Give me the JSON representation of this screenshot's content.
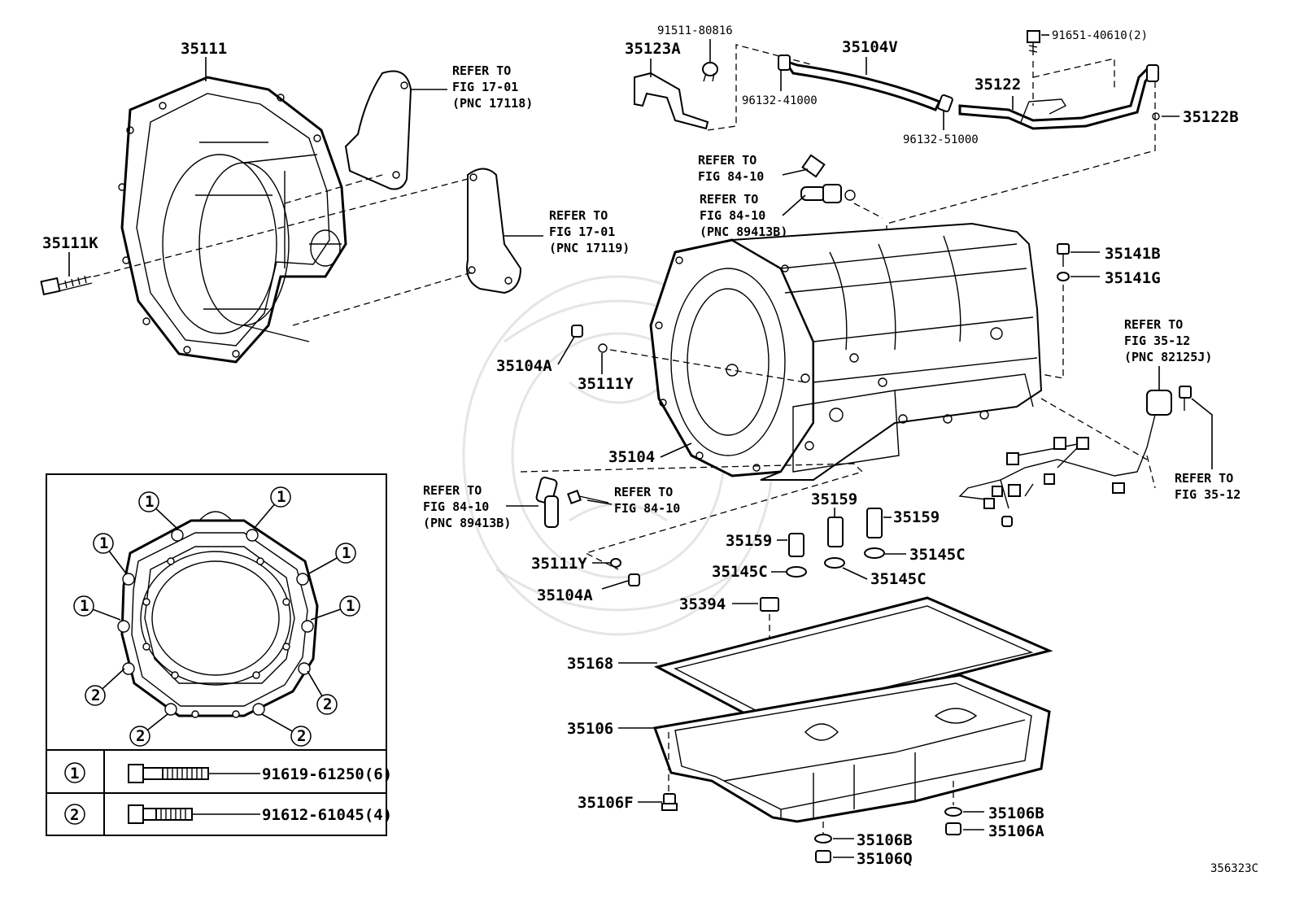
{
  "diagram_code": "356323C",
  "labels": {
    "p35111": "35111",
    "p35111k": "35111K",
    "p35123a": "35123A",
    "p91511": "91511-80816",
    "p35104v": "35104V",
    "p91651": "91651-40610(2)",
    "p96132_41": "96132-41000",
    "p35122": "35122",
    "p96132_51": "96132-51000",
    "p35122b": "35122B",
    "p35141b": "35141B",
    "p35141g": "35141G",
    "p35104a_1": "35104A",
    "p35111y_1": "35111Y",
    "p35104": "35104",
    "p35159_1": "35159",
    "p35159_2": "35159",
    "p35159_3": "35159",
    "p35145c_1": "35145C",
    "p35145c_2": "35145C",
    "p35145c_3": "35145C",
    "p35111y_2": "35111Y",
    "p35104a_2": "35104A",
    "p35394": "35394",
    "p35168": "35168",
    "p35106": "35106",
    "p35106f": "35106F",
    "p35106b_1": "35106B",
    "p35106b_2": "35106B",
    "p35106a": "35106A",
    "p35106q": "35106Q"
  },
  "refers": {
    "r1": [
      "REFER TO",
      "FIG 17-01",
      "(PNC 17118)"
    ],
    "r2": [
      "REFER TO",
      "FIG 17-01",
      "(PNC 17119)"
    ],
    "r3": [
      "REFER TO",
      "FIG 84-10"
    ],
    "r4": [
      "REFER TO",
      "FIG 84-10",
      "(PNC 89413B)"
    ],
    "r5": [
      "REFER TO",
      "FIG 35-12",
      "(PNC 82125J)"
    ],
    "r6": [
      "REFER TO",
      "FIG 35-12"
    ],
    "r7": [
      "REFER TO",
      "FIG 84-10",
      "(PNC 89413B)"
    ],
    "r8": [
      "REFER TO",
      "FIG 84-10"
    ]
  },
  "inset": {
    "markers": [
      "1",
      "2"
    ],
    "bolt_table": [
      {
        "marker": "1",
        "part": "91619-61250(6)"
      },
      {
        "marker": "2",
        "part": "91612-61045(4)"
      }
    ]
  }
}
